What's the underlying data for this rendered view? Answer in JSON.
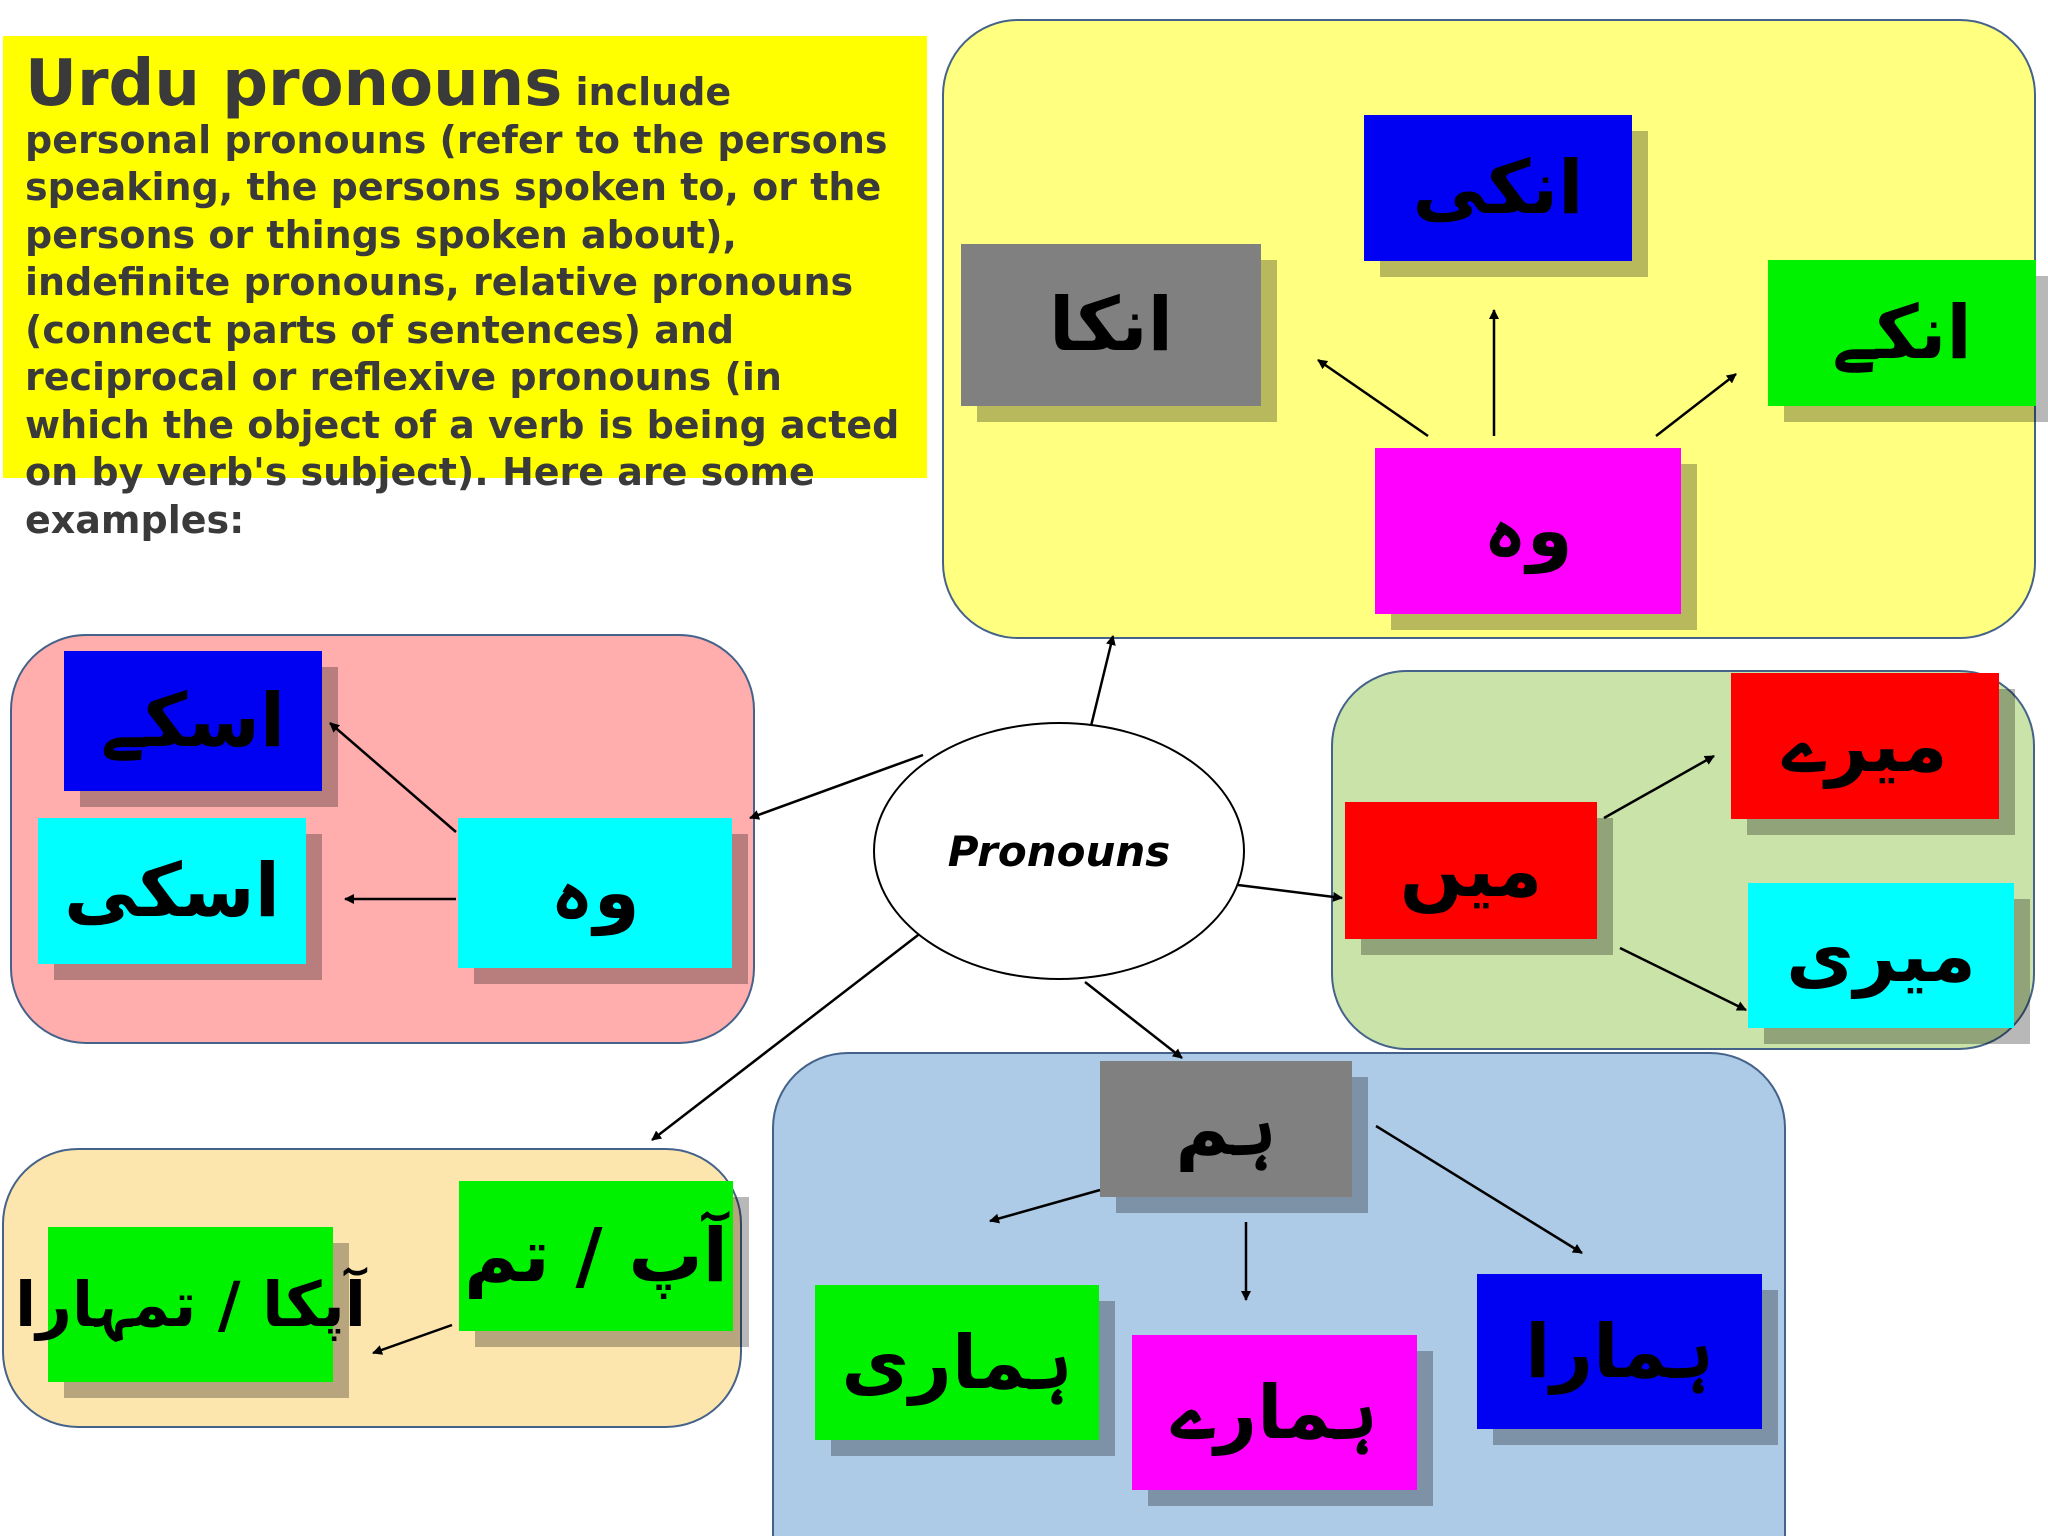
{
  "intro": {
    "title": "Urdu pronouns",
    "text": "include personal pronouns (refer to the persons speaking, the persons spoken to, or the persons or things spoken about), indefinite pronouns, relative pronouns (connect parts of sentences) and reciprocal or reflexive pronouns (in which the object of a verb is being acted on by verb's subject). Here are some examples:"
  },
  "center": {
    "label": "Pronouns"
  },
  "panels": {
    "top": {
      "root": "وہ",
      "children": [
        "انکا",
        "انکی",
        "انکے"
      ]
    },
    "left": {
      "root": "وہ",
      "children": [
        "اسکے",
        "اسکی"
      ]
    },
    "right": {
      "root": "میں",
      "children": [
        "میرے",
        "میری"
      ]
    },
    "bottom": {
      "root": "ہم",
      "children": [
        "ہماری",
        "ہمارے",
        "ہمارا"
      ]
    },
    "bottom_left": {
      "root": "آپ / تم",
      "children": [
        "آپکا / تمہارا"
      ]
    }
  },
  "colors": {
    "panel_top": "#ffff80",
    "panel_left": "#ffadad",
    "panel_right": "#c9e3a8",
    "panel_bottom": "#adcbe6",
    "panel_bottom_left": "#fde5ae",
    "intro_bg": "#ffff00"
  }
}
